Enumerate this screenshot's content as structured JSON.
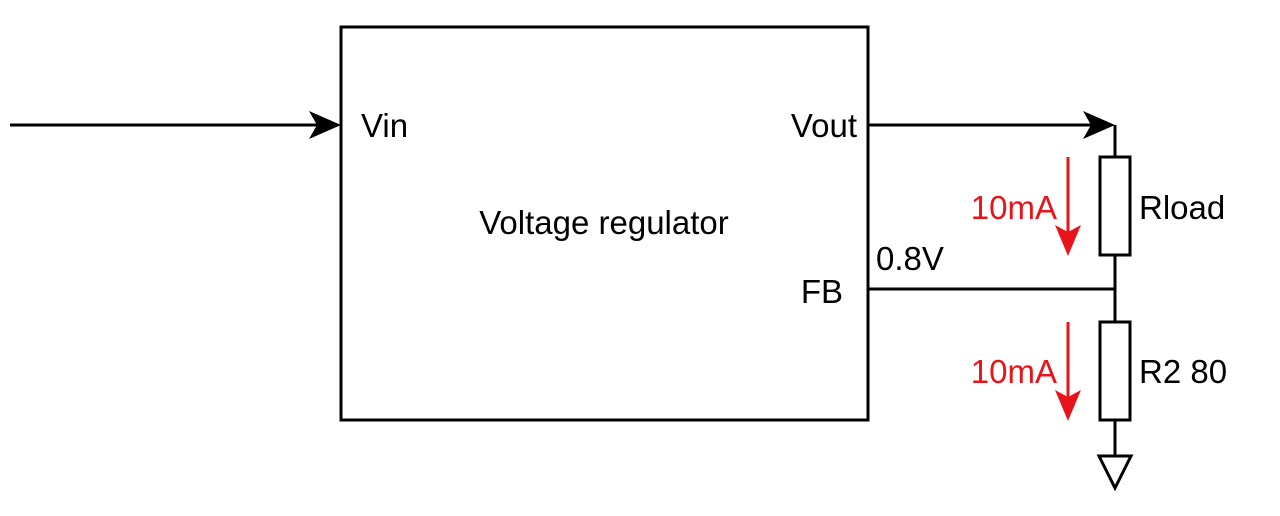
{
  "regulator": {
    "label": "Voltage regulator",
    "pin_vin": "Vin",
    "pin_vout": "Vout",
    "pin_fb": "FB"
  },
  "fb_node": {
    "voltage_label": "0.8V"
  },
  "resistors": {
    "rload_label": "Rload",
    "r2_label": "R2 80"
  },
  "currents": {
    "upper_label": "10mA",
    "lower_label": "10mA"
  },
  "colors": {
    "wire": "#000000",
    "current_annotation": "#e8141b",
    "background": "#ffffff"
  },
  "icons": {
    "ground": "ground-symbol-icon",
    "arrow": "arrow-head-icon"
  }
}
